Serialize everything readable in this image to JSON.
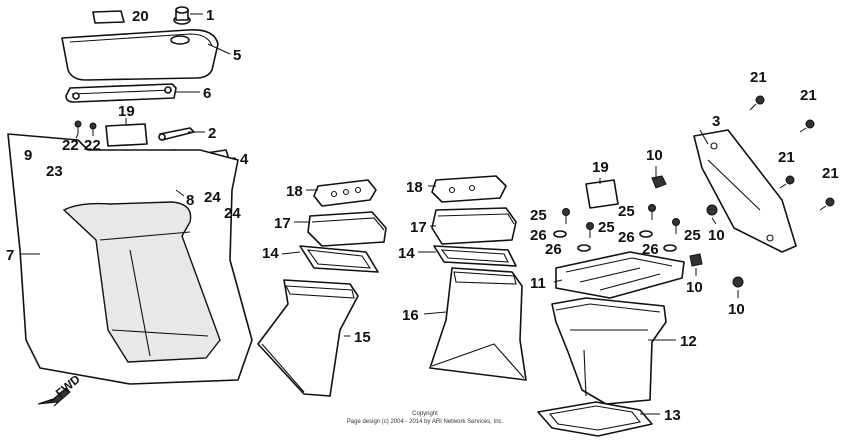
{
  "labels": {
    "p1": "1",
    "p2": "2",
    "p3": "3",
    "p4": "4",
    "p5": "5",
    "p6": "6",
    "p7": "7",
    "p8": "8",
    "p9": "9",
    "p10a": "10",
    "p10b": "10",
    "p10c": "10",
    "p10d": "10",
    "p11": "11",
    "p12": "12",
    "p13": "13",
    "p14a": "14",
    "p14b": "14",
    "p15": "15",
    "p16": "16",
    "p17a": "17",
    "p17b": "17",
    "p18a": "18",
    "p18b": "18",
    "p19a": "19",
    "p19b": "19",
    "p20": "20",
    "p21a": "21",
    "p21b": "21",
    "p21c": "21",
    "p21d": "21",
    "p22a": "22",
    "p22b": "22",
    "p23": "23",
    "p24a": "24",
    "p24b": "24",
    "p25a": "25",
    "p25b": "25",
    "p25c": "25",
    "p25d": "25",
    "p26a": "26",
    "p26b": "26",
    "p26c": "26",
    "p26d": "26"
  },
  "fwd_label": "FWD",
  "copyright": {
    "line1": "Copyright",
    "line2": "Page design (c) 2004 - 2014 by ARI Network Services, Inc."
  },
  "colors": {
    "ink": "#111111",
    "background": "#ffffff"
  }
}
